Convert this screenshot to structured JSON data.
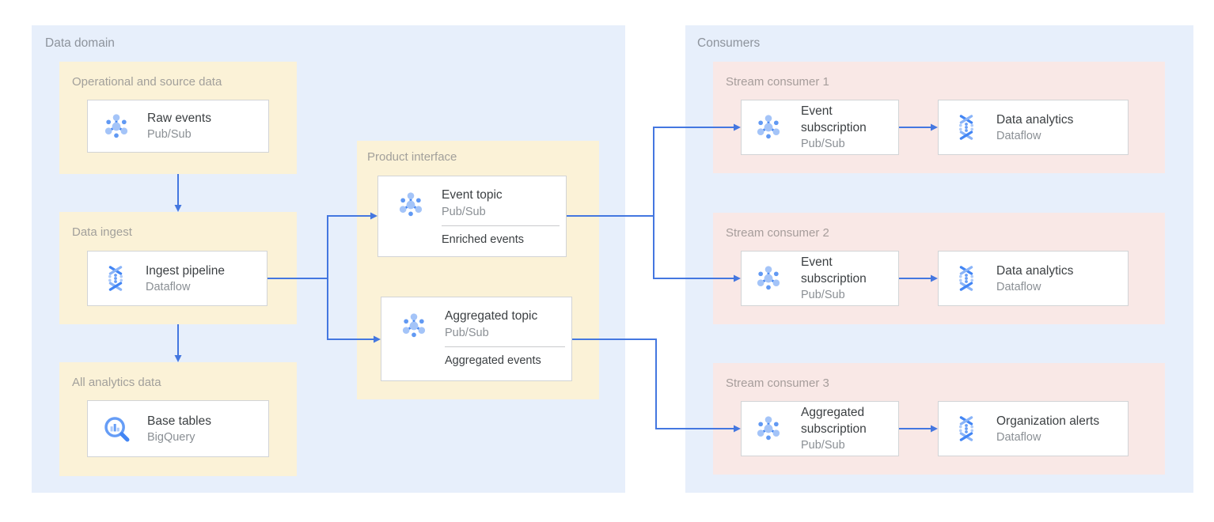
{
  "data_domain": {
    "label": "Data domain",
    "operational": {
      "label": "Operational and source data",
      "card": {
        "title": "Raw events",
        "subtitle": "Pub/Sub",
        "icon": "pubsub-icon"
      }
    },
    "ingest": {
      "label": "Data ingest",
      "card": {
        "title": "Ingest pipeline",
        "subtitle": "Dataflow",
        "icon": "dataflow-icon"
      }
    },
    "analytics": {
      "label": "All analytics data",
      "card": {
        "title": "Base tables",
        "subtitle": "BigQuery",
        "icon": "bigquery-icon"
      }
    },
    "product_interface": {
      "label": "Product interface",
      "cards": [
        {
          "title": "Event topic",
          "subtitle": "Pub/Sub",
          "tag": "Enriched events",
          "icon": "pubsub-icon"
        },
        {
          "title": "Aggregated topic",
          "subtitle": "Pub/Sub",
          "tag": "Aggregated events",
          "icon": "pubsub-icon"
        }
      ]
    }
  },
  "consumers": {
    "label": "Consumers",
    "groups": [
      {
        "label": "Stream consumer 1",
        "cards": [
          {
            "title": "Event subscription",
            "subtitle": "Pub/Sub",
            "icon": "pubsub-icon"
          },
          {
            "title": "Data analytics",
            "subtitle": "Dataflow",
            "icon": "dataflow-icon"
          }
        ]
      },
      {
        "label": "Stream consumer 2",
        "cards": [
          {
            "title": "Event subscription",
            "subtitle": "Pub/Sub",
            "icon": "pubsub-icon"
          },
          {
            "title": "Data analytics",
            "subtitle": "Dataflow",
            "icon": "dataflow-icon"
          }
        ]
      },
      {
        "label": "Stream consumer 3",
        "cards": [
          {
            "title": "Aggregated subscription",
            "subtitle": "Pub/Sub",
            "icon": "pubsub-icon"
          },
          {
            "title": "Organization alerts",
            "subtitle": "Dataflow",
            "icon": "dataflow-icon"
          }
        ]
      }
    ]
  },
  "colors": {
    "container_bg": "#e7effb",
    "producer_section_bg": "#fbf2d7",
    "consumer_section_bg": "#f9e8e6",
    "card_bg": "#ffffff",
    "card_border": "#d2d4d6",
    "arrow": "#4477e0",
    "container_label": "#8d939c",
    "section_label": "#a2a09b",
    "card_title": "#3c4043",
    "card_subtitle": "#8a8f94",
    "icon_blue_dark": "#4285f4",
    "icon_blue_mid": "#669df6",
    "icon_blue_light": "#a4c4f8"
  }
}
